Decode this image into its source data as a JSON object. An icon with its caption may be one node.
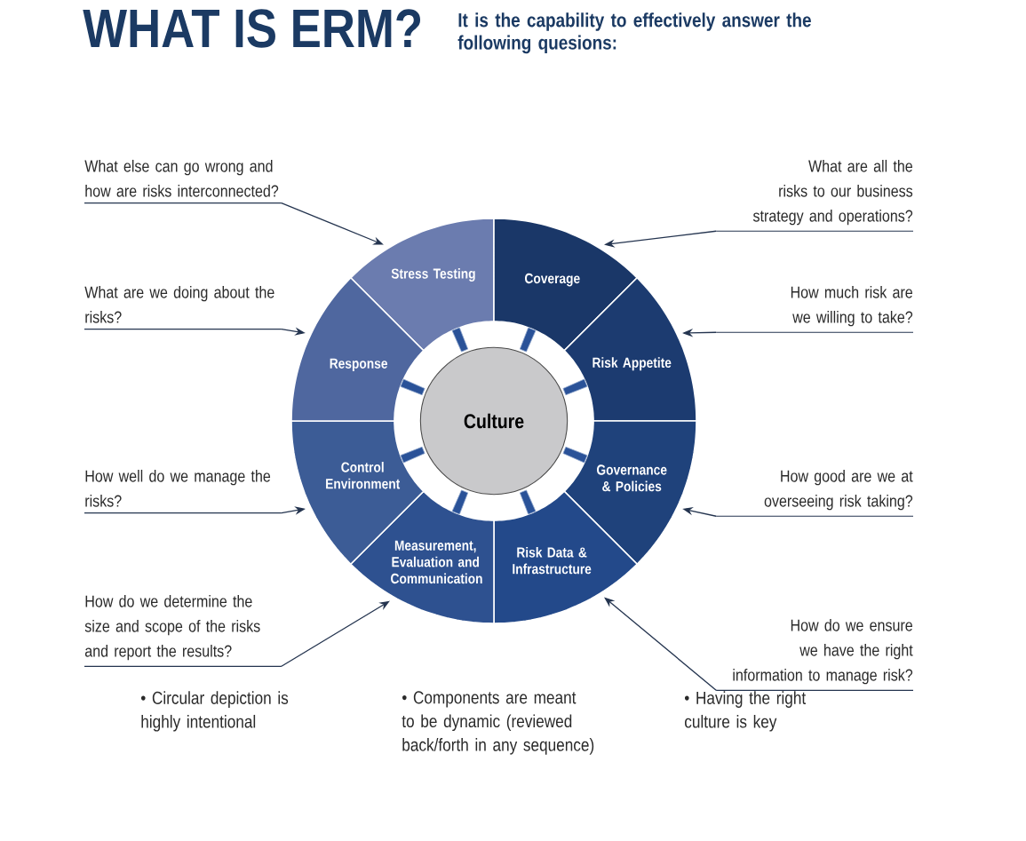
{
  "diagram": {
    "title": "WHAT IS ERM?",
    "nodes": [
      {
        "text": [
          "Stress Testing"
        ]
      },
      {
        "text": [
          "Coverage"
        ]
      },
      {
        "text": [
          "Risk Appetite"
        ]
      },
      {
        "text": [
          "Governance & Policies"
        ]
      },
      {
        "text": [
          "Risk Data & Infrastructure"
        ]
      },
      {
        "text": [
          "Measurement, Evaluation and Communication"
        ]
      },
      {
        "text": [
          "Control Environment"
        ]
      },
      {
        "text": [
          "Response"
        ]
      },
      {
        "text": [
          "Culture"
        ]
      },
      {
        "text": [
          "What else can go wrong and how are risks interconnected?"
        ]
      },
      {
        "text": [
          "What are all the risks to our business strategy and operations?"
        ]
      },
      {
        "text": [
          "How much risk are we willing to take?"
        ]
      },
      {
        "text": [
          "How good are we at overseeing risk taking?"
        ]
      },
      {
        "text": [
          "How do we ensure we have the right information to manage risk?"
        ]
      },
      {
        "text": [
          "How do we determine the size and scope of the risks and report the results?"
        ]
      },
      {
        "text": [
          "How well do we manage the risks?"
        ]
      },
      {
        "text": [
          "What are we doing about the risks?"
        ]
      }
    ],
    "edges": [
      {
        "from": 9,
        "to": 0,
        "arrow": "to"
      },
      {
        "from": 10,
        "to": 1,
        "arrow": "to"
      },
      {
        "from": 11,
        "to": 2,
        "arrow": "to"
      },
      {
        "from": 12,
        "to": 3,
        "arrow": "to"
      },
      {
        "from": 13,
        "to": 4,
        "arrow": "to"
      },
      {
        "from": 14,
        "to": 5,
        "arrow": "to"
      },
      {
        "from": 15,
        "to": 6,
        "arrow": "to"
      },
      {
        "from": 16,
        "to": 7,
        "arrow": "to"
      }
    ],
    "labels": [
      "It is the capability to effectively answer the following quesions:",
      "• Circular depiction is highly intentional",
      "• Components are meant to be dynamic (reviewed back/forth in any sequence)",
      "• Having the right culture is key"
    ]
  }
}
